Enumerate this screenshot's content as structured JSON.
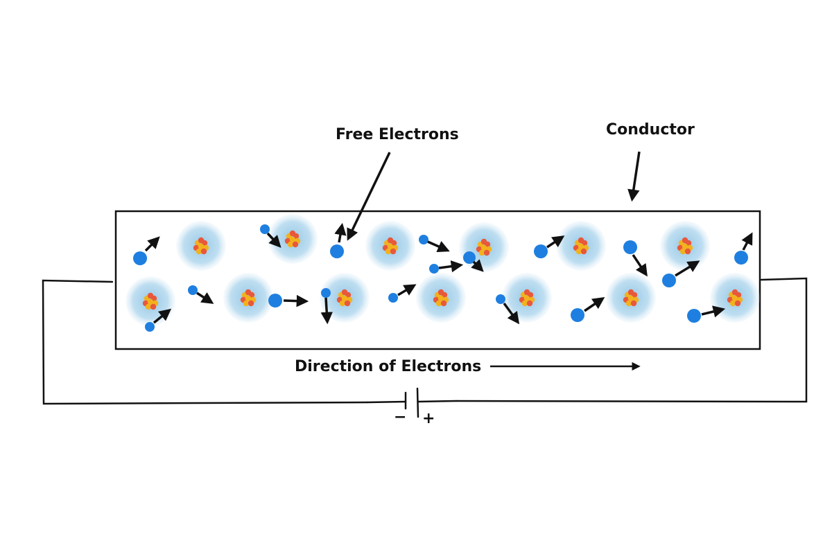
{
  "labels": {
    "free_electrons": "Free Electrons",
    "conductor": "Conductor",
    "direction": "Direction of Electrons",
    "minus": "−",
    "plus": "+"
  },
  "colors": {
    "electron": "#1e7fe0",
    "atom_cloud": "#8fc4e4",
    "nucleus_proton": "#e8583a",
    "nucleus_neutron": "#f2b21e",
    "line": "#111111"
  },
  "icons": {
    "atom": "atom-icon",
    "electron": "electron-icon",
    "battery": "battery-icon"
  }
}
